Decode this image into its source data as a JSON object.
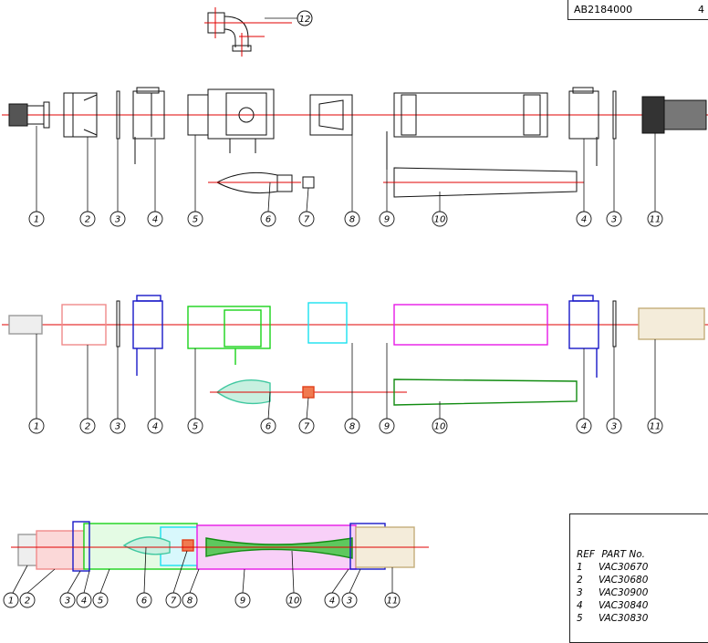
{
  "title_block": {
    "doc_no": "AB2184000",
    "sheet": "4"
  },
  "callouts": {
    "row1": [
      "1",
      "2",
      "3",
      "4",
      "5",
      "6",
      "7",
      "8",
      "9",
      "10",
      "4",
      "3",
      "11"
    ],
    "row2": [
      "1",
      "2",
      "3",
      "4",
      "5",
      "6",
      "7",
      "8",
      "9",
      "10",
      "4",
      "3",
      "11"
    ],
    "row3": [
      "1",
      "2",
      "3",
      "4",
      "5",
      "6",
      "7",
      "8",
      "9",
      "10",
      "4",
      "3",
      "11"
    ],
    "top": "12"
  },
  "parts_list": {
    "header_ref": "REF",
    "header_part": "PART No.",
    "rows": [
      {
        "ref": "1",
        "part": "VAC30670"
      },
      {
        "ref": "2",
        "part": "VAC30680"
      },
      {
        "ref": "3",
        "part": "VAC30900"
      },
      {
        "ref": "4",
        "part": "VAC30840"
      },
      {
        "ref": "5",
        "part": "VAC30830"
      }
    ]
  },
  "colors": {
    "part1": "#9a9a9a",
    "part2": "#f08a8a",
    "part4": "#1818c8",
    "part5": "#19d219",
    "part6": "#40c8a0",
    "part7": "#e0401a",
    "part8": "#19e0f0",
    "part9": "#e619e6",
    "part10": "#118c11",
    "part11": "#c4ad7a",
    "centerline": "#e00000"
  }
}
